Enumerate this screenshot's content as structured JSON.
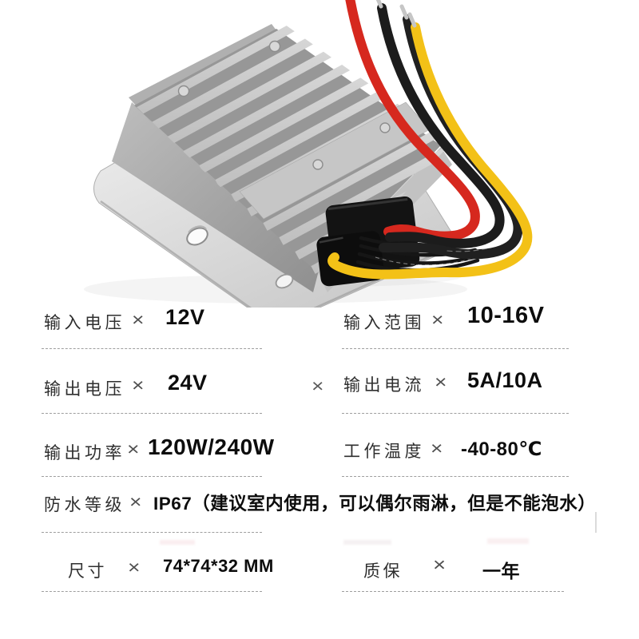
{
  "product": {
    "description": "silver finned DC-DC buck-boost converter with red, black and yellow wires",
    "colors": {
      "body": "#cbcbcb",
      "fin_light": "#dcdcdc",
      "fin_gap": "#979797",
      "connector": "#141414",
      "wire_red": "#d6281e",
      "wire_black": "#1c1c1c",
      "wire_yellow": "#f3c117",
      "ferrule": "#c6c6c6"
    }
  },
  "specs": {
    "rows": [
      {
        "left": {
          "label": "输入电压",
          "mark": "×",
          "value": "12V"
        },
        "right": {
          "label": "输入范围",
          "mark": "×",
          "value": "10-16V"
        }
      },
      {
        "left": {
          "label": "输出电压",
          "mark": "×",
          "value": "24V"
        },
        "stray_mark": "×",
        "right": {
          "label": "输出电流",
          "mark": "×",
          "value": "5A/10A"
        }
      },
      {
        "left": {
          "label": "输出功率",
          "mark": "×",
          "value": "120W/240W"
        },
        "right": {
          "label": "工作温度",
          "mark": "×",
          "value": "-40-80℃"
        }
      },
      {
        "full": {
          "label": "防水等级",
          "mark": "×",
          "value": "IP67（建议室内使用，可以偶尔雨淋，但是不能泡水）"
        }
      },
      {
        "left": {
          "label": "尺寸",
          "mark": "×",
          "value": "74*74*32 MM"
        },
        "right": {
          "label": "质保",
          "mark": "×",
          "value": "一年"
        }
      }
    ]
  }
}
